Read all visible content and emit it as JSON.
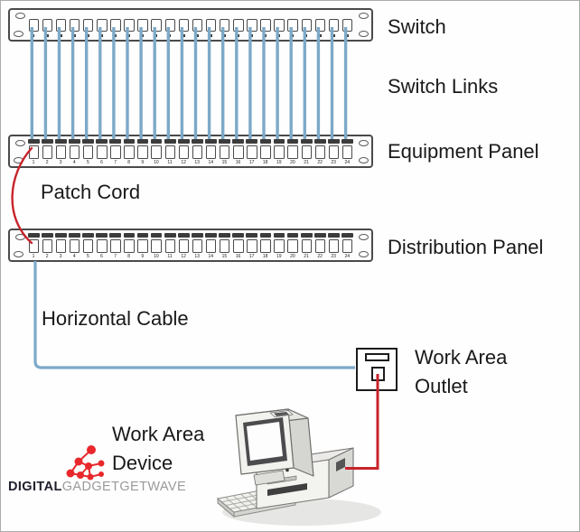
{
  "labels": {
    "switch": "Switch",
    "switch_links": "Switch Links",
    "equipment_panel": "Equipment Panel",
    "patch_cord": "Patch Cord",
    "distribution_panel": "Distribution Panel",
    "horizontal_cable": "Horizontal Cable",
    "work_area_outlet": [
      "Work Area",
      "Outlet"
    ],
    "work_area_device": [
      "Work Area",
      "Device"
    ]
  },
  "panels": {
    "port_numbers": [
      "1",
      "2",
      "3",
      "4",
      "5",
      "6",
      "7",
      "8",
      "9",
      "10",
      "11",
      "12",
      "13",
      "14",
      "15",
      "16",
      "17",
      "18",
      "19",
      "20",
      "21",
      "22",
      "23",
      "24"
    ]
  },
  "colors": {
    "cable_blue": "#7da9c8",
    "cable_red": "#c8232b",
    "panel_border": "#4a4a4a",
    "connector_dark": "#3c3c3c",
    "logo_red": "#e8282c"
  },
  "branding": {
    "logo_text_bold": "DIGITAL",
    "logo_text_light": "GADGETGETWAVE"
  }
}
